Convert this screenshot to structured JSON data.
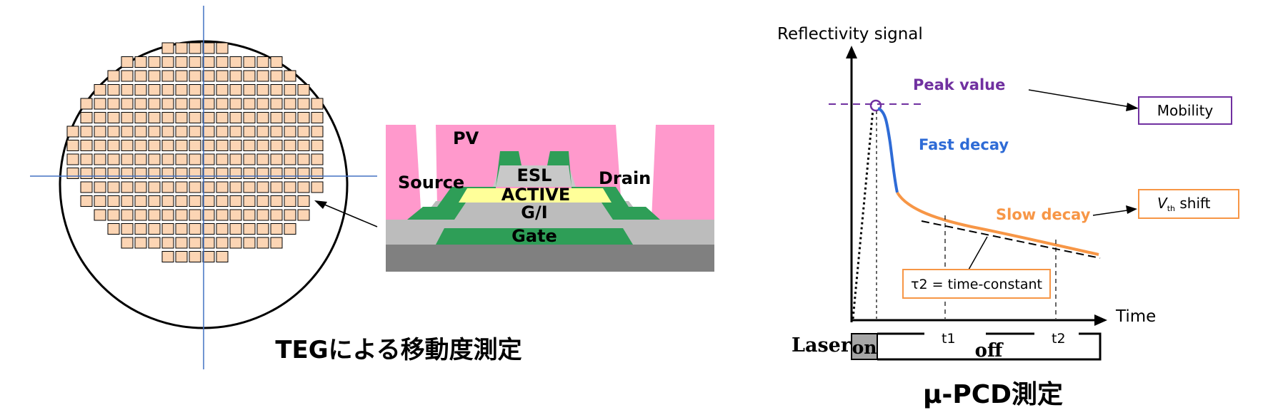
{
  "left_panel": {
    "caption": "TEGによる移動度測定",
    "cross_section": {
      "labels": {
        "pv": "PV",
        "source": "Source",
        "drain": "Drain",
        "esl": "ESL",
        "active": "ACTIVE",
        "gi": "G/I",
        "gate": "Gate"
      },
      "colors": {
        "pv": "#ff99cc",
        "electrode": "#2e9e57",
        "esl": "#c8c8c8",
        "active": "#ffff99",
        "gi": "#b8b8b8",
        "gate": "#2e9e57",
        "substrate": "#808080"
      }
    },
    "wafer": {
      "chip_fill": "#fcd5b4",
      "crosshair_color": "#4472c4",
      "rows": [
        {
          "first": 7,
          "last": 11
        },
        {
          "first": 4,
          "last": 15
        },
        {
          "first": 3,
          "last": 16
        },
        {
          "first": 2,
          "last": 17
        },
        {
          "first": 1,
          "last": 18
        },
        {
          "first": 1,
          "last": 18
        },
        {
          "first": 0,
          "last": 18
        },
        {
          "first": 0,
          "last": 18
        },
        {
          "first": 0,
          "last": 18
        },
        {
          "first": 0,
          "last": 18
        },
        {
          "first": 1,
          "last": 18
        },
        {
          "first": 1,
          "last": 17
        },
        {
          "first": 2,
          "last": 17
        },
        {
          "first": 3,
          "last": 16
        },
        {
          "first": 4,
          "last": 15
        },
        {
          "first": 7,
          "last": 11
        }
      ]
    }
  },
  "right_panel": {
    "caption": "μ-PCD測定",
    "ylabel": "Reflectivity signal",
    "xlabel": "Time",
    "annotations": {
      "peak_value": "Peak value",
      "fast_decay": "Fast decay",
      "slow_decay": "Slow decay",
      "time_constant": "τ2 = time-constant",
      "t1": "t1",
      "t2": "t2"
    },
    "result_boxes": {
      "mobility": "Mobility",
      "vth_symbol": "V",
      "vth_sub": "th",
      "vth_rest": " shift"
    },
    "laser": {
      "label": "Laser",
      "on": "on",
      "off": "off"
    },
    "colors": {
      "peak": "#7030a0",
      "fast": "#2e6bd6",
      "slow": "#f79646",
      "box_mobility": "#7030a0",
      "box_vth": "#f79646",
      "box_tau": "#f79646"
    }
  }
}
